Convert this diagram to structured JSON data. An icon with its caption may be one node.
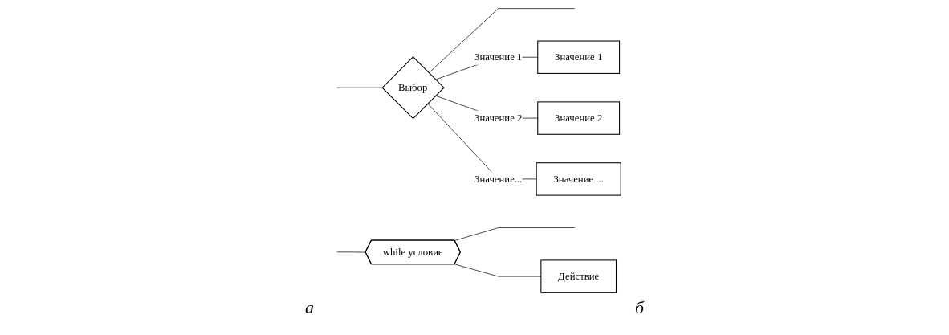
{
  "diagram": {
    "nodes": [
      {
        "text": [
          "Выбор"
        ]
      },
      {
        "text": [
          "Значение 1"
        ]
      },
      {
        "text": [
          "Значение 2"
        ]
      },
      {
        "text": [
          "Значение ..."
        ]
      },
      {
        "text": [
          "while условие"
        ]
      },
      {
        "text": [
          "Действие"
        ]
      }
    ],
    "edges": [
      {
        "from": null,
        "to": 0,
        "arrow": "none"
      },
      {
        "from": 0,
        "to": null,
        "arrow": "none"
      },
      {
        "from": 0,
        "to": 1,
        "arrow": "none",
        "label": "Значение 1"
      },
      {
        "from": 0,
        "to": 2,
        "arrow": "none",
        "label": "Значение 2"
      },
      {
        "from": 0,
        "to": 3,
        "arrow": "none",
        "label": "Значение..."
      },
      {
        "from": null,
        "to": 4,
        "arrow": "none"
      },
      {
        "from": 4,
        "to": null,
        "arrow": "none"
      },
      {
        "from": 4,
        "to": 5,
        "arrow": "none"
      }
    ],
    "labels": [
      "а",
      "б"
    ]
  }
}
